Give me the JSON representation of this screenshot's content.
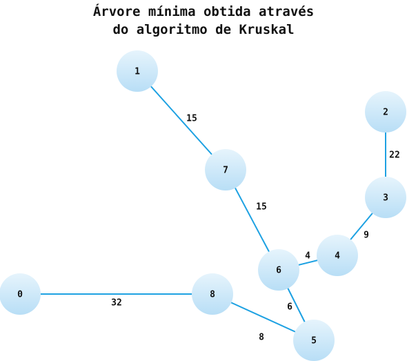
{
  "title": {
    "line1": "Árvore mínima obtida através",
    "line2": "do algoritmo de Kruskal"
  },
  "colors": {
    "edge": "#1da1e2",
    "node_fill_top": "#e6f4fc",
    "node_fill_bottom": "#b8def6",
    "text": "#111111"
  },
  "nodes": [
    {
      "id": "0",
      "label": "0"
    },
    {
      "id": "1",
      "label": "1"
    },
    {
      "id": "2",
      "label": "2"
    },
    {
      "id": "3",
      "label": "3"
    },
    {
      "id": "4",
      "label": "4"
    },
    {
      "id": "5",
      "label": "5"
    },
    {
      "id": "6",
      "label": "6"
    },
    {
      "id": "7",
      "label": "7"
    },
    {
      "id": "8",
      "label": "8"
    }
  ],
  "edges": [
    {
      "from": "1",
      "to": "7",
      "weight": "15"
    },
    {
      "from": "7",
      "to": "6",
      "weight": "15"
    },
    {
      "from": "2",
      "to": "3",
      "weight": "22"
    },
    {
      "from": "3",
      "to": "4",
      "weight": "9"
    },
    {
      "from": "6",
      "to": "4",
      "weight": "4"
    },
    {
      "from": "6",
      "to": "5",
      "weight": "6"
    },
    {
      "from": "8",
      "to": "5",
      "weight": "8"
    },
    {
      "from": "0",
      "to": "8",
      "weight": "32"
    }
  ]
}
